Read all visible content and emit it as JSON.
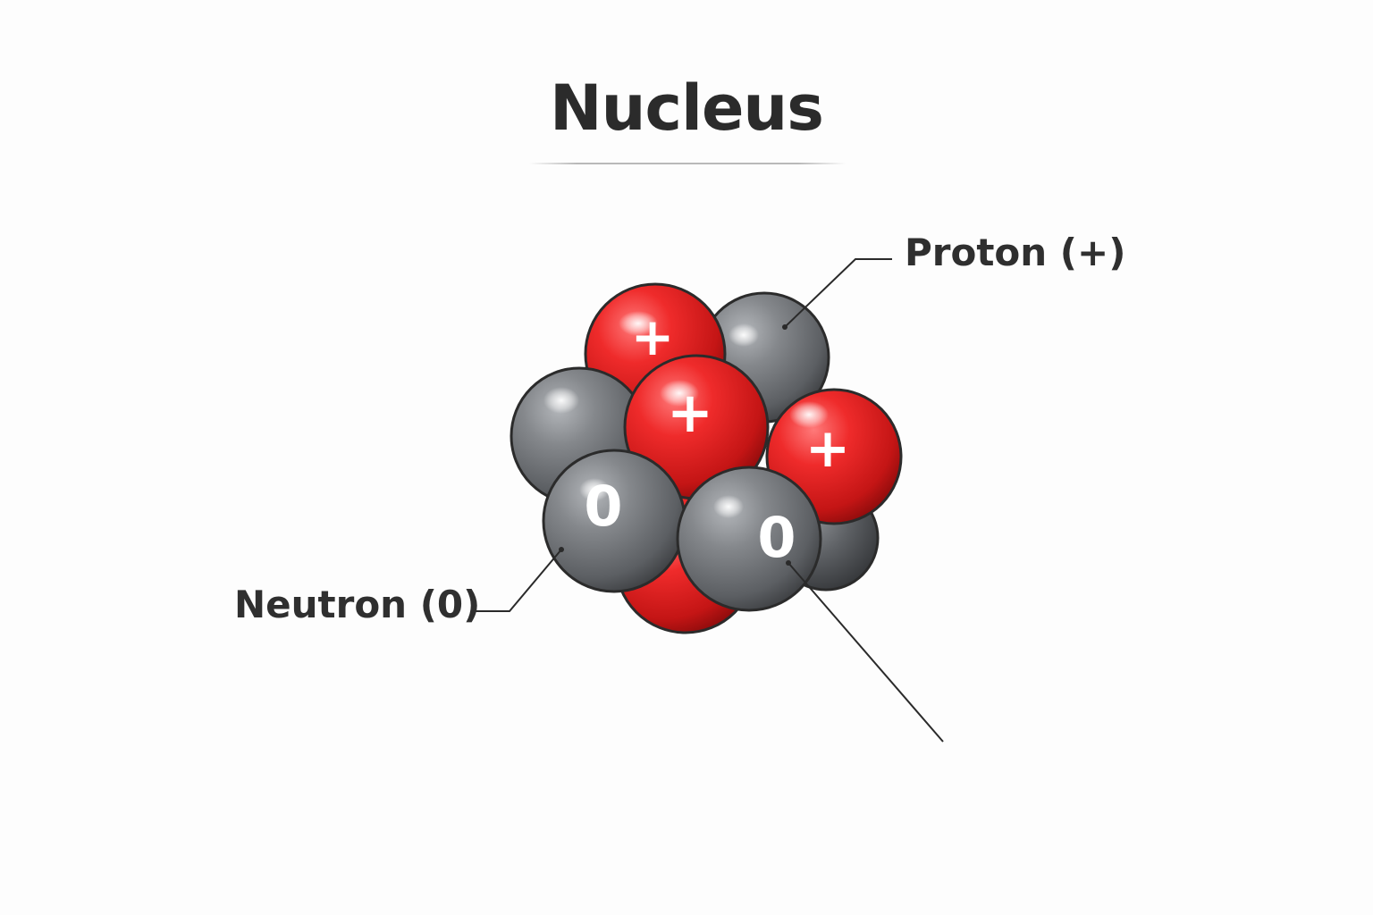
{
  "title": "Nucleus",
  "labels": {
    "proton": "Proton (+)",
    "neutron": "Neutron (0)"
  },
  "particles": {
    "proton_symbol": "+",
    "neutron_symbol": "0"
  },
  "colors": {
    "proton": "#e02020",
    "neutron": "#6f7276",
    "text": "#2b2b2b",
    "leader_line": "#2a2a2a"
  }
}
